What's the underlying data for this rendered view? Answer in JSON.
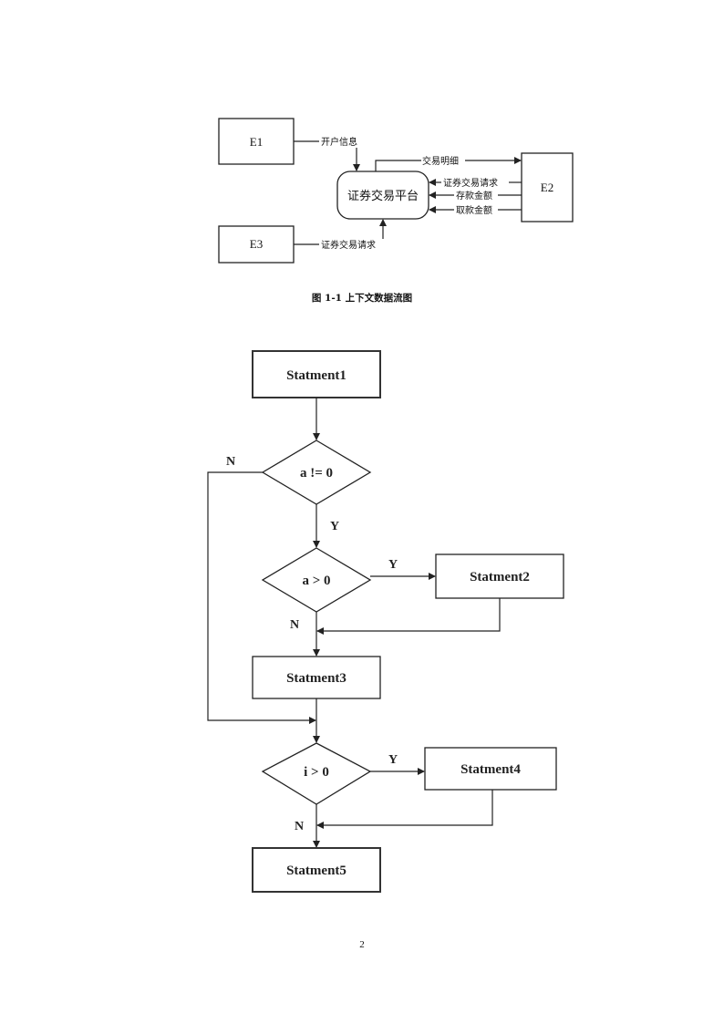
{
  "dfd": {
    "entities": {
      "e1": "E1",
      "e2": "E2",
      "e3": "E3"
    },
    "process": "证券交易平台",
    "flows": {
      "e1_in": "开户信息",
      "out_e2": "交易明细",
      "e2_request": "证券交易请求",
      "e2_deposit": "存款金额",
      "e2_withdraw": "取款金额",
      "e3_request": "证券交易请求"
    },
    "caption": "图 1-1  上下文数据流图"
  },
  "flowchart": {
    "statements": [
      "Statment1",
      "Statment2",
      "Statment3",
      "Statment4",
      "Statment5"
    ],
    "conditions": [
      "a != 0",
      "a > 0",
      "i > 0"
    ],
    "labels": {
      "yes": "Y",
      "no": "N"
    }
  },
  "page_number": "2"
}
